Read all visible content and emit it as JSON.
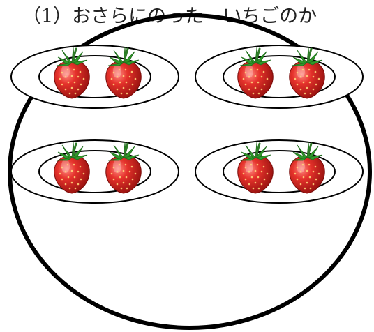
{
  "question": {
    "label": "（1）おさらにのった　いちごのか"
  },
  "colors": {
    "outline": "#000000",
    "strawberry_body": "#d9201c",
    "strawberry_highlight": "#ff7a70",
    "strawberry_shadow": "#8c0d0b",
    "seed": "#ffd27a",
    "leaf": "#2f9a2a",
    "leaf_dark": "#1f6d1b"
  },
  "plates": [
    {
      "name": "plate-top-left",
      "strawberry_count": 2
    },
    {
      "name": "plate-top-right",
      "strawberry_count": 2
    },
    {
      "name": "plate-bottom-left",
      "strawberry_count": 2
    },
    {
      "name": "plate-bottom-right",
      "strawberry_count": 2
    }
  ]
}
